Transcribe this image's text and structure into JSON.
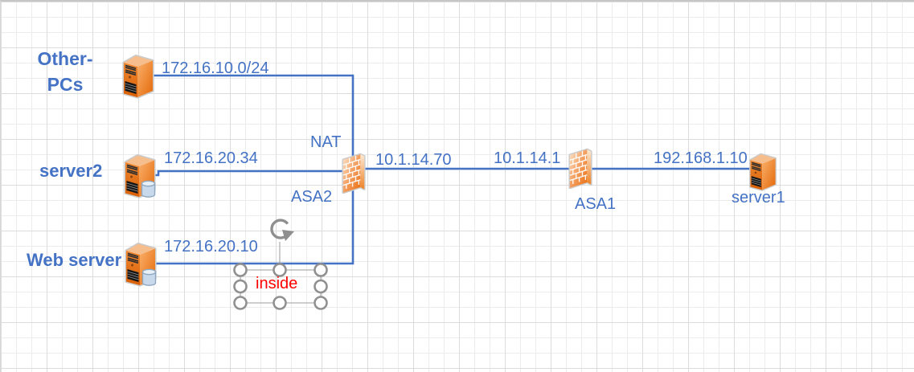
{
  "colors": {
    "accent_blue": "#4472C4",
    "selection_red": "#FF0000",
    "shape_orange": "#ED7D31",
    "handle_gray": "#8C8C8C",
    "grid_gray": "#ECECEC"
  },
  "icons": {
    "other_pcs": "pc-tower-icon",
    "server1": "pc-tower-icon",
    "server2": "server-tower-icon",
    "web_server": "server-tower-icon",
    "asa1": "firewall-icon",
    "asa2": "firewall-icon",
    "rotate": "rotate-handle-icon",
    "handles": "selection-handle"
  },
  "nodes": {
    "other_pcs": {
      "label": "Other-\nPCs",
      "network": "172.16.10.0/24"
    },
    "server2": {
      "label": "server2",
      "ip": "172.16.20.34"
    },
    "web_server": {
      "label": "Web server",
      "ip": "172.16.20.10"
    },
    "asa2": {
      "label": "ASA2",
      "caption": "NAT",
      "right_ip": "10.1.14.70"
    },
    "asa1": {
      "label": "ASA1",
      "left_ip": "10.1.14.1",
      "right_ip": "192.168.1.10"
    },
    "server1": {
      "label": "server1"
    }
  },
  "selection": {
    "label": "inside"
  }
}
